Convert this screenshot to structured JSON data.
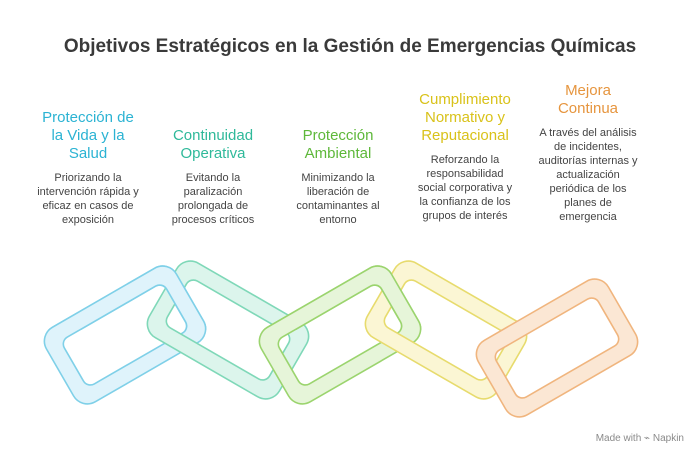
{
  "title": "Objetivos Estratégicos en la Gestión de Emergencias Químicas",
  "items": [
    {
      "heading": "Protección de\nla Vida y la\nSalud",
      "description": "Priorizando la\nintervención rápida y\neficaz en casos de\nexposición",
      "color": "#2bb3d3",
      "fill": "#dff3fb",
      "stroke": "#7fd0e8"
    },
    {
      "heading": "Continuidad\nOperativa",
      "description": "Evitando la\nparalización\nprolongada de\nprocesos críticos",
      "color": "#2fb99a",
      "fill": "#dcf5ec",
      "stroke": "#7fd8b8"
    },
    {
      "heading": "Protección\nAmbiental",
      "description": "Minimizando la\nliberación de\ncontaminantes al\nentorno",
      "color": "#5eb83a",
      "fill": "#e6f5d9",
      "stroke": "#9bd46e"
    },
    {
      "heading": "Cumplimiento\nNormativo y\nReputacional",
      "description": "Reforzando la\nresponsabilidad\nsocial corporativa y\nla confianza de los\ngrupos de interés",
      "color": "#d9c21a",
      "fill": "#fbf6d4",
      "stroke": "#e7db6d"
    },
    {
      "heading": "Mejora\nContinua",
      "description": "A través del análisis\nde incidentes,\nauditorías internas y\nactualización\nperiódica de los\nplanes de\nemergencia",
      "color": "#e6953e",
      "fill": "#fbe7d4",
      "stroke": "#f0b57e"
    }
  ],
  "footer": {
    "made_with": "Made with",
    "brand": "Napkin"
  }
}
